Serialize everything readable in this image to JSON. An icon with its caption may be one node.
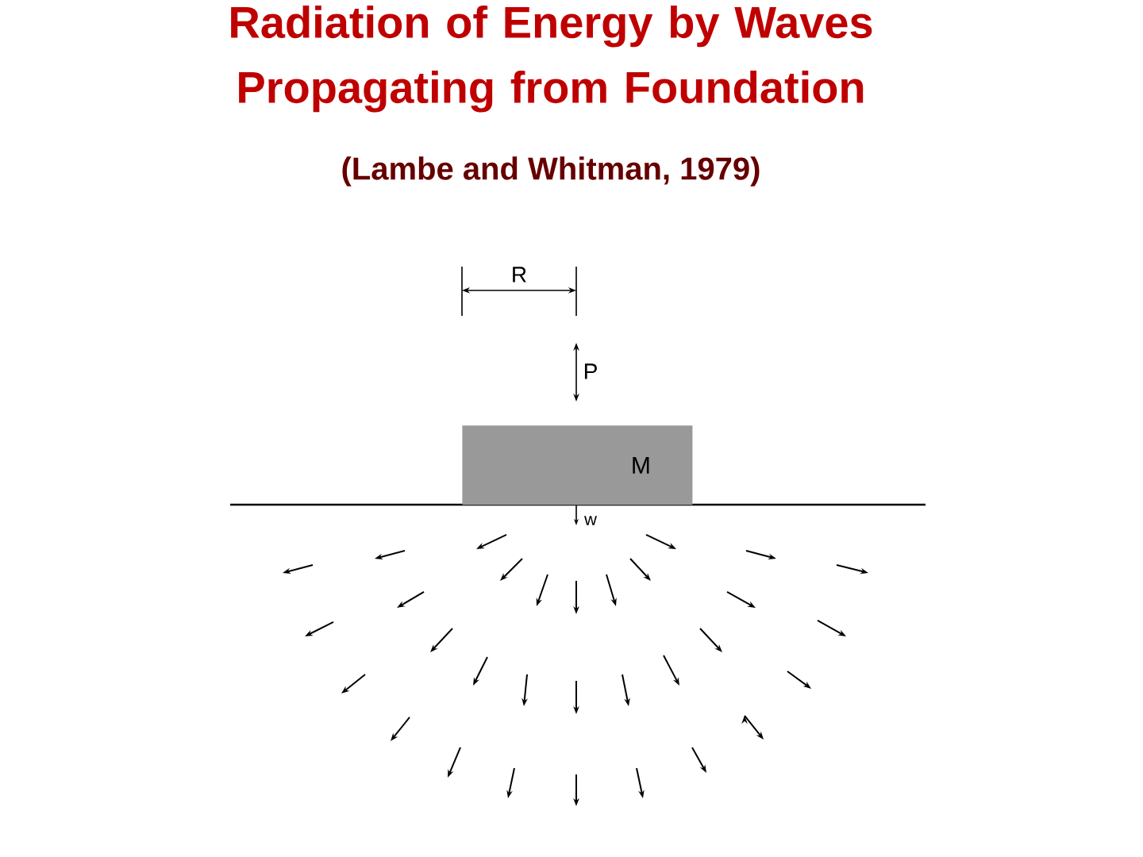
{
  "diagram": {
    "title": "Radiation of Energy by Waves Propagating from Foundation",
    "nodes": [
      {
        "text": [
          "M"
        ]
      }
    ],
    "labels": [
      "(Lambe and Whitman, 1979)",
      "R",
      "P",
      "w"
    ]
  }
}
